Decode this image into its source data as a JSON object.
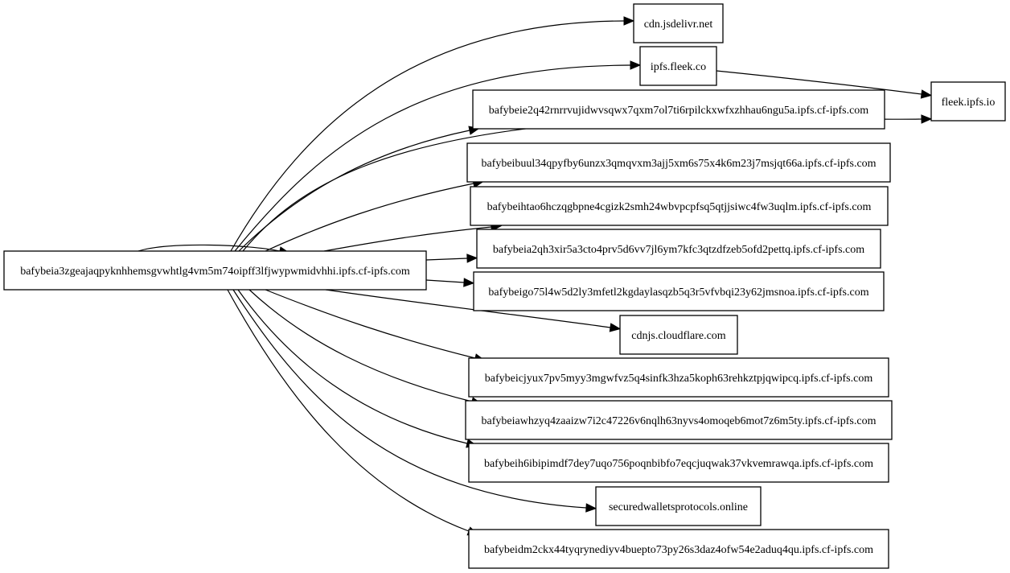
{
  "graph": {
    "root": "bafybeia3zgeajaqpyknhhemsgvwhtlg4vm5m74oipff3lfjwypwmidvhhi.ipfs.cf-ipfs.com",
    "nodes": {
      "root": "bafybeia3zgeajaqpyknhhemsgvwhtlg4vm5m74oipff3lfjwypwmidvhhi.ipfs.cf-ipfs.com",
      "jsdelivr": "cdn.jsdelivr.net",
      "fleekco": "ipfs.fleek.co",
      "fleekio": "fleek.ipfs.io",
      "n1": "bafybeie2q42rnrrvujidwvsqwx7qxm7ol7ti6rpilckxwfxzhhau6ngu5a.ipfs.cf-ipfs.com",
      "n2": "bafybeibuul34qpyfby6unzx3qmqvxm3ajj5xm6s75x4k6m23j7msjqt66a.ipfs.cf-ipfs.com",
      "n3": "bafybeihtao6hczqgbpne4cgizk2smh24wbvpcpfsq5qtjjsiwc4fw3uqlm.ipfs.cf-ipfs.com",
      "n4": "bafybeia2qh3xir5a3cto4prv5d6vv7jl6ym7kfc3qtzdfzeb5ofd2pettq.ipfs.cf-ipfs.com",
      "n5": "bafybeigo75l4w5d2ly3mfetl2kgdaylasqzb5q3r5vfvbqi23y62jmsnoa.ipfs.cf-ipfs.com",
      "cloudflare": "cdnjs.cloudflare.com",
      "n6": "bafybeicjyux7pv5myy3mgwfvz5q4sinfk3hza5koph63rehkztpjqwipcq.ipfs.cf-ipfs.com",
      "n7": "bafybeiawhzyq4zaaizw7i2c47226v6nqlh63nyvs4omoqeb6mot7z6m5ty.ipfs.cf-ipfs.com",
      "n8": "bafybeih6ibipimdf7dey7uqo756poqnbibfo7eqcjuqwak37vkvemrawqa.ipfs.cf-ipfs.com",
      "secured": "securedwalletsprotocols.online",
      "n9": "bafybeidm2ckx44tyqrynediyv4buepto73py26s3daz4ofw54e2aduq4qu.ipfs.cf-ipfs.com"
    },
    "edges": [
      [
        "root",
        "root"
      ],
      [
        "root",
        "jsdelivr"
      ],
      [
        "root",
        "fleekco"
      ],
      [
        "root",
        "n1"
      ],
      [
        "root",
        "fleekio"
      ],
      [
        "root",
        "n2"
      ],
      [
        "root",
        "n3"
      ],
      [
        "root",
        "n4"
      ],
      [
        "root",
        "n5"
      ],
      [
        "root",
        "cloudflare"
      ],
      [
        "root",
        "n6"
      ],
      [
        "root",
        "n7"
      ],
      [
        "root",
        "n8"
      ],
      [
        "root",
        "secured"
      ],
      [
        "root",
        "n9"
      ],
      [
        "fleekco",
        "fleekio"
      ]
    ]
  }
}
